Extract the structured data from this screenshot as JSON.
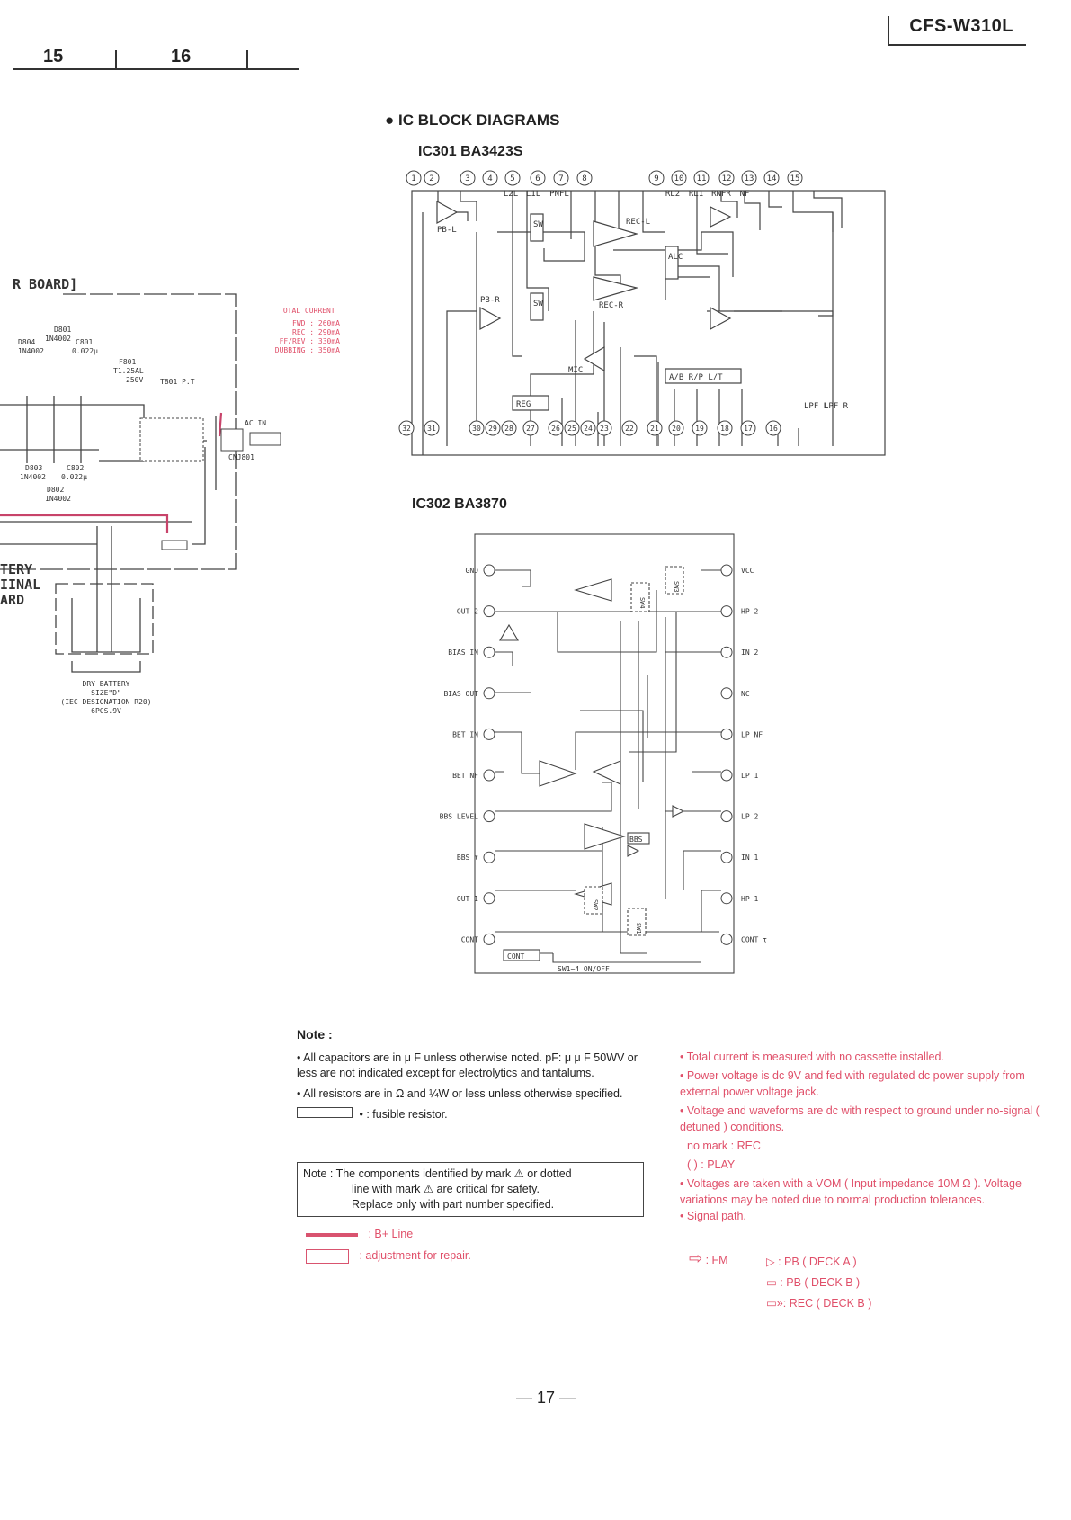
{
  "header": {
    "model": "CFS-W310L",
    "page_left": "15",
    "page_right": "16"
  },
  "section_title": "● IC BLOCK DIAGRAMS",
  "ic301": {
    "title": "IC301  BA3423S",
    "top_pins": [
      "1",
      "2",
      "3",
      "4",
      "5",
      "6",
      "7",
      "8",
      "9",
      "10",
      "11",
      "12",
      "13",
      "14",
      "15"
    ],
    "bottom_pins": [
      "32",
      "31",
      "30",
      "29",
      "28",
      "27",
      "26",
      "25",
      "24",
      "23",
      "22",
      "21",
      "20",
      "19",
      "18",
      "17",
      "16"
    ],
    "top_labels": [
      "L2L",
      "L1L",
      "PNFL",
      "RL2",
      "RL1",
      "RNFR",
      "NF"
    ],
    "blocks": {
      "pbl": "PB-L",
      "pbr": "PB-R",
      "recl": "REC-L",
      "recr": "REC-R",
      "alc": "ALC",
      "sw": "SW",
      "mic": "MIC",
      "reg": "REG",
      "abrp": "A/B R/P L/T",
      "lpf_l": "LPF L",
      "lpf_r": "LPF R"
    }
  },
  "ic302": {
    "title": "IC302  BA3870",
    "left_pins": [
      "GND",
      "OUT 2",
      "BIAS IN",
      "BIAS OUT",
      "BET IN",
      "BET NF",
      "BBS LEVEL",
      "BBS τ",
      "OUT 1",
      "CONT"
    ],
    "right_pins": [
      "VCC",
      "HP 2",
      "IN 2",
      "NC",
      "LP NF",
      "LP 1",
      "LP 2",
      "IN 1",
      "HP 1",
      "CONT τ"
    ],
    "blocks": {
      "bbs": "BBS",
      "cont": "CONT",
      "sw1": "SW1",
      "sw2": "SW2",
      "sw3": "SW3",
      "sw4": "SW4",
      "sw_note": "SW1~4 ON/OFF"
    }
  },
  "left_schematic": {
    "board": "R BOARD]",
    "total_current": {
      "title": "TOTAL CURRENT",
      "lines": [
        "FWD : 260mA",
        "REC : 290mA",
        "FF/REV : 330mA",
        "DUBBING : 350mA"
      ]
    },
    "parts": [
      "D801",
      "1N4002",
      "D804",
      "1N4002",
      "C801",
      "0.022μ",
      "F801",
      "T1.25AL",
      "250V",
      "T801 P.T",
      "AC IN",
      "CNJ801",
      "D803",
      "1N4002",
      "C802",
      "0.022μ",
      "D802",
      "1N4002"
    ],
    "battery_board": [
      "TERY",
      "IINAL",
      "ARD"
    ],
    "battery": [
      "DRY BATTERY",
      "SIZE\"D\"",
      "(IEC DESIGNATION R20)",
      "6PCS.9V"
    ]
  },
  "notes": {
    "title": "Note :",
    "left": [
      "• All capacitors are in μ F unless otherwise noted. pF: μ μ F 50WV or less are not indicated except for electrolytics and tantalums.",
      "• All resistors are in Ω and ¼W or less unless otherwise specified.",
      "• : fusible resistor."
    ],
    "boxed": [
      "Note : The components identified by mark ⚠ or dotted",
      "line with mark ⚠ are critical for safety.",
      "Replace only with part number specified."
    ],
    "legend_bline": ": B+ Line",
    "legend_adjust": ": adjustment for repair.",
    "right": [
      "• Total current is measured with no cassette installed.",
      "• Power voltage is dc 9V and fed with regulated dc power supply from external power voltage jack.",
      "• Voltage and waveforms are dc with respect to ground under no-signal ( detuned ) conditions.",
      "no mark : REC",
      "(      ) : PLAY",
      "• Voltages are taken with a VOM ( Input impedance 10M Ω ). Voltage variations may be noted due to normal production tolerances.",
      "• Signal path."
    ],
    "signal": {
      "fm": ": FM",
      "pba": ": PB ( DECK A )",
      "pbb": ": PB ( DECK B )",
      "recb": ": REC ( DECK B )"
    }
  },
  "footer": {
    "page": "— 17 —"
  }
}
